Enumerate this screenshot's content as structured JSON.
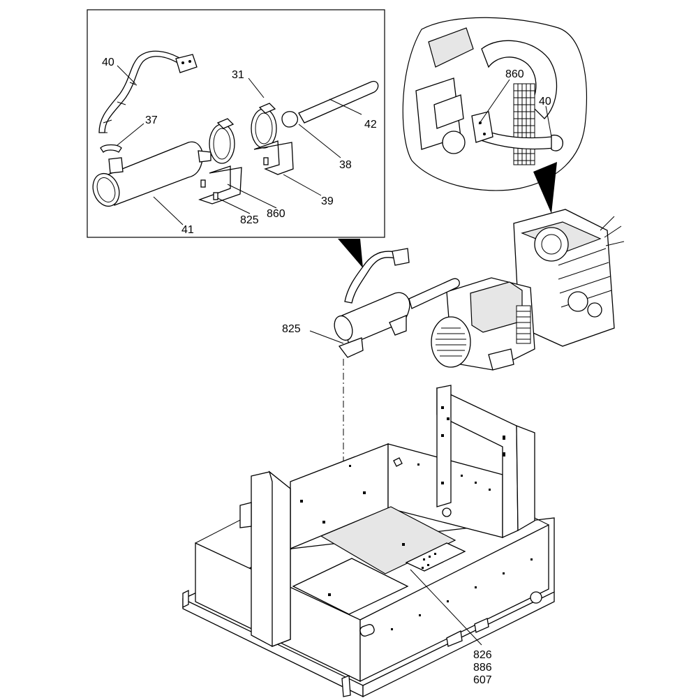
{
  "callouts": {
    "inset_left": {
      "l40": "40",
      "l37": "37",
      "l31": "31",
      "l42": "42",
      "l38": "38",
      "l39": "39",
      "l860": "860",
      "l825": "825",
      "l41": "41"
    },
    "inset_right": {
      "l860": "860",
      "l40": "40"
    },
    "main": {
      "l825": "825",
      "l826": "826",
      "l886": "886",
      "l607": "607"
    }
  }
}
